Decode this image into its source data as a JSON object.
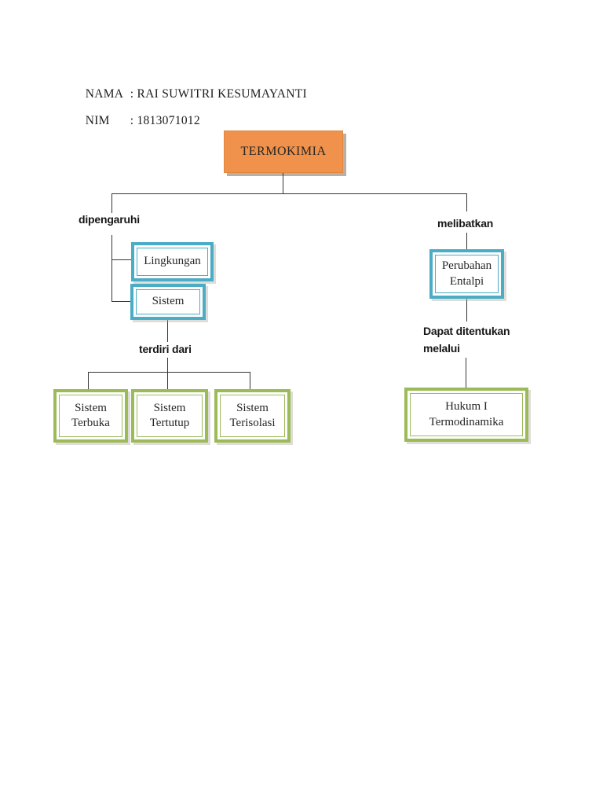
{
  "header": {
    "rows": [
      {
        "label": "NAMA",
        "value": ": RAI SUWITRI KESUMAYANTI"
      },
      {
        "label": "NIM",
        "value": ": 1813071012"
      }
    ]
  },
  "diagram": {
    "root": {
      "label": "TERMOKIMIA"
    },
    "edge_labels": {
      "left": "dipengaruhi",
      "right": "melibatkan",
      "terdiri": "terdiri dari",
      "dapat_line1": "Dapat ditentukan",
      "dapat_line2": "melalui"
    },
    "nodes": {
      "lingkungan": {
        "label": "Lingkungan"
      },
      "sistem": {
        "label": "Sistem"
      },
      "sistem_terbuka": {
        "line1": "Sistem",
        "line2": "Terbuka"
      },
      "sistem_tertutup": {
        "line1": "Sistem",
        "line2": "Tertutup"
      },
      "sistem_terisolasi": {
        "line1": "Sistem",
        "line2": "Terisolasi"
      },
      "perubahan_entalpi": {
        "line1": "Perubahan",
        "line2": "Entalpi"
      },
      "hukum_i_termodinamika": {
        "line1": "Hukum I",
        "line2": "Termodinamika"
      }
    }
  },
  "colors": {
    "page_bg": "#ffffff",
    "root_fill": "#f0914c",
    "root_border": "#e2863e",
    "root_shadow": "#b9b0a5",
    "blue": "#4bacc6",
    "green": "#9bbb59",
    "line": "#363636",
    "text": "#262626",
    "label_text": "#171717"
  }
}
